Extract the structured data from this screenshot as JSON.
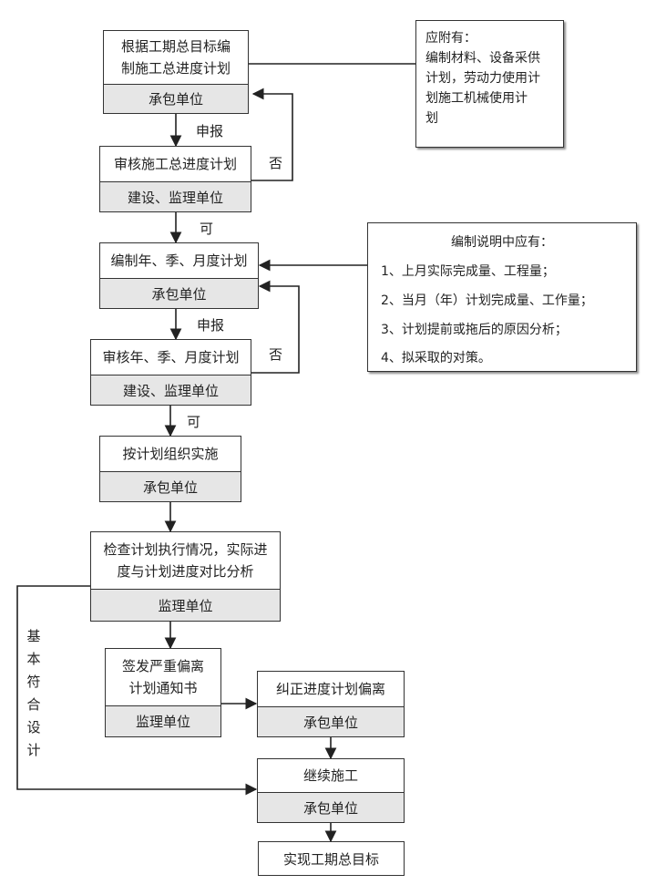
{
  "boxes": {
    "b1_top": "根据工期总目标编\n制施工总进度计划",
    "b1_bot": "承包单位",
    "b2_top": "审核施工总进度计划",
    "b2_bot": "建设、监理单位",
    "b3_top": "编制年、季、月度计划",
    "b3_bot": "承包单位",
    "b4_top": "审核年、季、月度计划",
    "b4_bot": "建设、监理单位",
    "b5_top": "按计划组织实施",
    "b5_bot": "承包单位",
    "b6_top": "检查计划执行情况，实际进\n度与计划进度对比分析",
    "b6_bot": "监理单位",
    "b7_top": "签发严重偏离\n计划通知书",
    "b7_bot": "监理单位",
    "b8_top": "纠正进度计划偏离",
    "b8_bot": "承包单位",
    "b9_top": "继续施工",
    "b9_bot": "承包单位",
    "b10": "实现工期总目标"
  },
  "notes": {
    "note1": [
      "应附有：",
      "编制材料、设备采供",
      "计划，劳动力使用计",
      "划施工机械使用计",
      "划"
    ],
    "note2_title": "编制说明中应有：",
    "note2_items": [
      "1、上月实际完成量、工程量；",
      "2、当月（年）计划完成量、工作量；",
      "3、计划提前或拖后的原因分析；",
      "4、拟采取的对策。"
    ]
  },
  "labels": {
    "shenbao1": "申报",
    "fou1": "否",
    "ke1": "可",
    "shenbao2": "申报",
    "fou2": "否",
    "ke2": "可",
    "side": [
      "基",
      "本",
      "符",
      "合",
      "设",
      "计"
    ]
  }
}
